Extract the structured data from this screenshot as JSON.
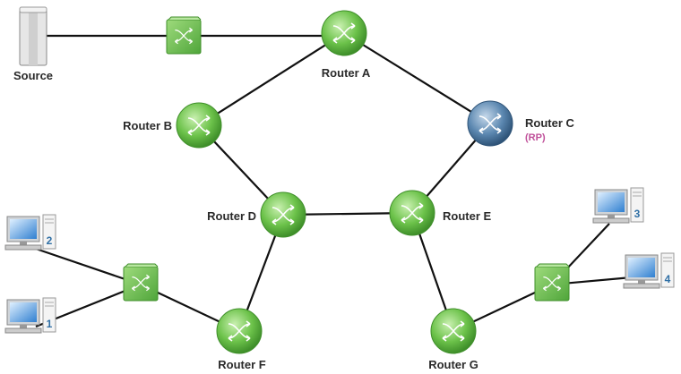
{
  "colors": {
    "router": "#6cc24a",
    "rp_router": "#4f7ea8",
    "switch": "#6cc24a",
    "rp_label": "#c0509a",
    "link": "#111111"
  },
  "icons": {
    "router": "router-icon",
    "switch": "switch-icon",
    "server": "server-icon",
    "host": "desktop-computer-icon"
  },
  "nodes": {
    "source": "Source",
    "router_a": "Router A",
    "router_b": "Router B",
    "router_c": "Router C",
    "router_c_role": "(RP)",
    "router_d": "Router D",
    "router_e": "Router E",
    "router_f": "Router F",
    "router_g": "Router G",
    "host_1": "1",
    "host_2": "2",
    "host_3": "3",
    "host_4": "4"
  }
}
